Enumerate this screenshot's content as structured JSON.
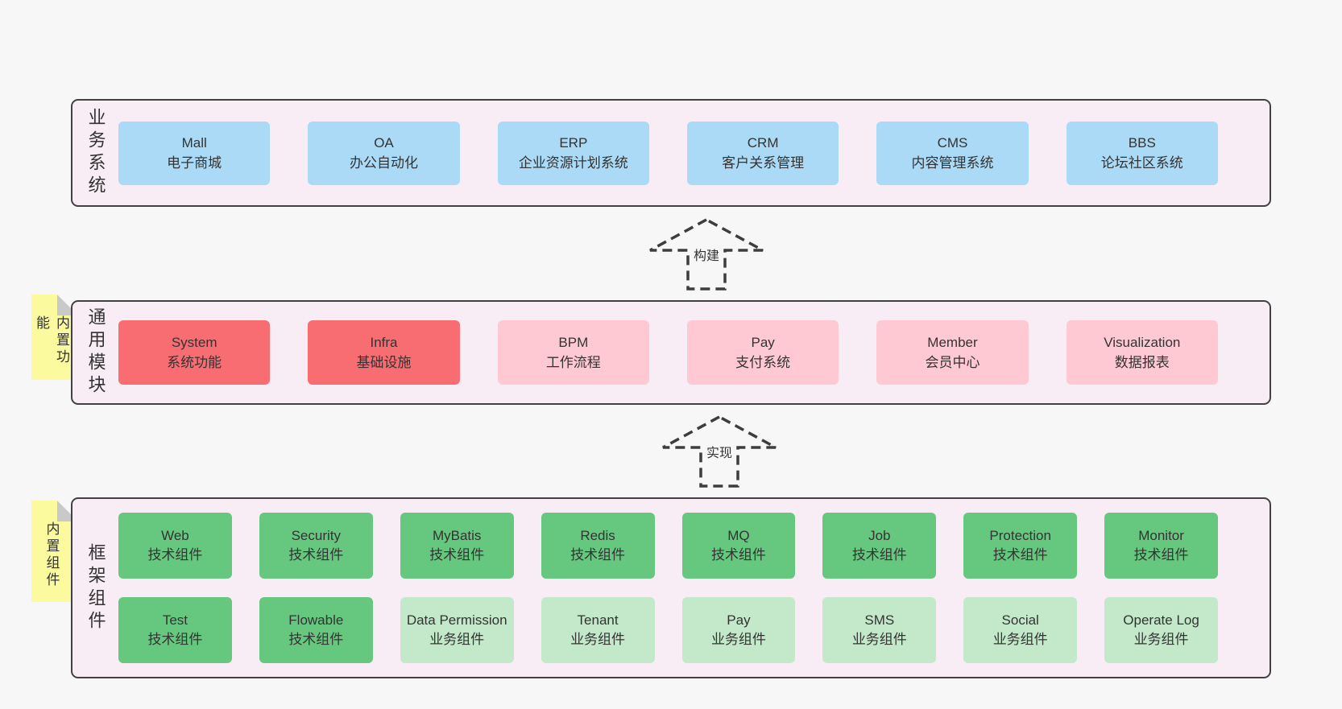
{
  "colors": {
    "page-bg": "#f7f7f7",
    "panel-bg": "#f8edf5",
    "panel-border": "#424242",
    "blue": "#aadaf5",
    "red": "#f76d72",
    "pink": "#ffc9d3",
    "green-dark": "#66c87e",
    "green-light": "#c3e9ca",
    "yellow": "#fbfa9e",
    "fold-gray": "#c9c9c9",
    "text": "#333333",
    "arrow-color": "#3d3d3d"
  },
  "layers": {
    "business": {
      "label": "业务系统",
      "items": [
        {
          "name": "Mall",
          "desc": "电子商城"
        },
        {
          "name": "OA",
          "desc": "办公自动化"
        },
        {
          "name": "ERP",
          "desc": "企业资源计划系统"
        },
        {
          "name": "CRM",
          "desc": "客户关系管理"
        },
        {
          "name": "CMS",
          "desc": "内容管理系统"
        },
        {
          "name": "BBS",
          "desc": "论坛社区系统"
        }
      ]
    },
    "modules": {
      "label": "通用模块",
      "tab": "内置功能",
      "items": [
        {
          "name": "System",
          "desc": "系统功能"
        },
        {
          "name": "Infra",
          "desc": "基础设施"
        },
        {
          "name": "BPM",
          "desc": "工作流程"
        },
        {
          "name": "Pay",
          "desc": "支付系统"
        },
        {
          "name": "Member",
          "desc": "会员中心"
        },
        {
          "name": "Visualization",
          "desc": "数据报表"
        }
      ]
    },
    "components": {
      "label": "框架组件",
      "tab": "内置组件",
      "row1": [
        {
          "name": "Web",
          "desc": "技术组件"
        },
        {
          "name": "Security",
          "desc": "技术组件"
        },
        {
          "name": "MyBatis",
          "desc": "技术组件"
        },
        {
          "name": "Redis",
          "desc": "技术组件"
        },
        {
          "name": "MQ",
          "desc": "技术组件"
        },
        {
          "name": "Job",
          "desc": "技术组件"
        },
        {
          "name": "Protection",
          "desc": "技术组件"
        },
        {
          "name": "Monitor",
          "desc": "技术组件"
        }
      ],
      "row2": [
        {
          "name": "Test",
          "desc": "技术组件"
        },
        {
          "name": "Flowable",
          "desc": "技术组件"
        },
        {
          "name": "Data Permission",
          "desc": "业务组件"
        },
        {
          "name": "Tenant",
          "desc": "业务组件"
        },
        {
          "name": "Pay",
          "desc": "业务组件"
        },
        {
          "name": "SMS",
          "desc": "业务组件"
        },
        {
          "name": "Social",
          "desc": "业务组件"
        },
        {
          "name": "Operate Log",
          "desc": "业务组件"
        }
      ]
    }
  },
  "arrows": {
    "build": {
      "label": "构建"
    },
    "implement": {
      "label": "实现"
    }
  }
}
